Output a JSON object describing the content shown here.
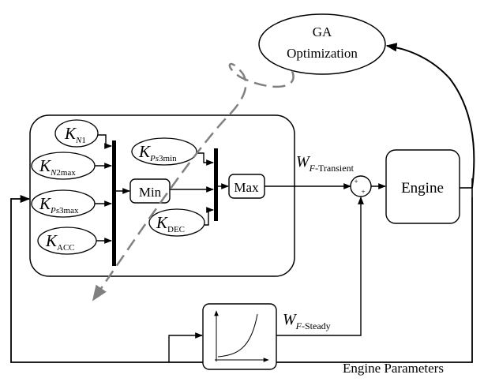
{
  "diagram": {
    "optimizer": {
      "line1": "GA",
      "line2": "Optimization"
    },
    "gains": {
      "k_n1": {
        "symbol": "K",
        "sub": "N",
        "sub_suffix": "1"
      },
      "k_n2max": {
        "symbol": "K",
        "sub": "N",
        "sub_suffix": "2max"
      },
      "k_ps3max": {
        "symbol": "K",
        "sub": "Ps",
        "sub_suffix": "3max"
      },
      "k_acc": {
        "symbol": "K",
        "sub": "ACC",
        "sub_suffix": ""
      },
      "k_ps3min": {
        "symbol": "K",
        "sub": "Ps",
        "sub_suffix": "3min"
      },
      "k_dec": {
        "symbol": "K",
        "sub": "DEC",
        "sub_suffix": ""
      }
    },
    "blocks": {
      "min": "Min",
      "max": "Max",
      "engine": "Engine"
    },
    "signals": {
      "wf_transient": {
        "symbol": "W",
        "sub_italic": "F",
        "sub_rest": "-Transient"
      },
      "wf_steady": {
        "symbol": "W",
        "sub_italic": "F",
        "sub_rest": "-Steady"
      }
    },
    "summer": {
      "plus_top": "+",
      "plus_bottom": "+"
    },
    "feedback_label": "Engine Parameters",
    "colors": {
      "line": "#000000",
      "dashed_arrow": "#808080"
    }
  }
}
